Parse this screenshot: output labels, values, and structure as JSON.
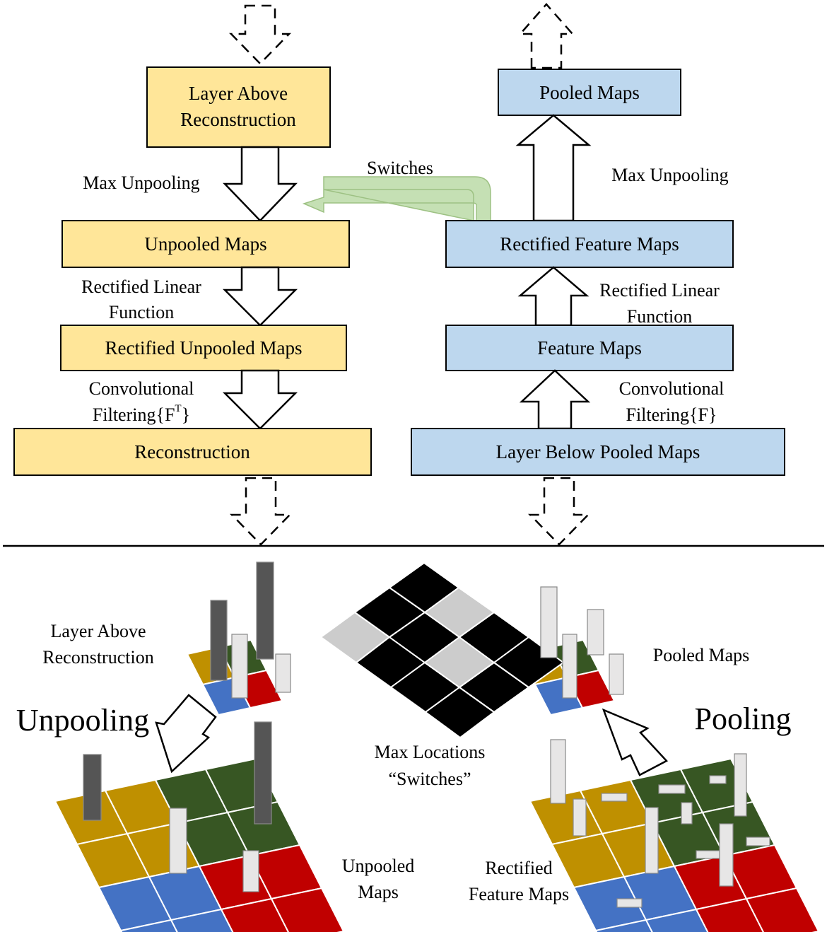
{
  "colors": {
    "yellow_box": "#FFE699",
    "blue_box": "#BDD7EE",
    "switch_arrow": "#C5E0B4",
    "tile_gold": "#BF9000",
    "tile_green": "#375623",
    "tile_blue": "#4472C4",
    "tile_red": "#C00000",
    "bar_dark": "#555555",
    "bar_light": "#E7E6E6"
  },
  "left_column": {
    "box_layer_above": {
      "line1": "Layer Above",
      "line2": "Reconstruction"
    },
    "box_unpooled": "Unpooled Maps",
    "box_rectified_unpooled": "Rectified Unpooled Maps",
    "box_reconstruction": "Reconstruction",
    "label_max_unpooling": "Max Unpooling",
    "label_rectified": {
      "line1": "Rectified Linear",
      "line2": "Function"
    },
    "label_conv": {
      "line1": "Convolutional",
      "line2": "Filtering",
      "formula": "{F",
      "superscript": "T",
      "formula_end": "}"
    }
  },
  "right_column": {
    "box_pooled": "Pooled Maps",
    "box_rectified_feature": "Rectified Feature Maps",
    "box_feature": "Feature Maps",
    "box_layer_below": "Layer Below Pooled Maps",
    "label_max_unpooling": "Max Unpooling",
    "label_rectified": {
      "line1": "Rectified Linear",
      "line2": "Function"
    },
    "label_conv": {
      "line1": "Convolutional",
      "line2": "Filtering{F}"
    }
  },
  "switches_label": "Switches",
  "bottom": {
    "unpooling_title": "Unpooling",
    "pooling_title": "Pooling",
    "layer_above": {
      "line1": "Layer Above",
      "line2": "Reconstruction"
    },
    "unpooled_maps": {
      "line1": "Unpooled",
      "line2": "Maps"
    },
    "max_locations": {
      "line1": "Max Locations",
      "line2": "“Switches”"
    },
    "pooled_maps": "Pooled Maps",
    "rectified_feature_maps": {
      "line1": "Rectified",
      "line2": "Feature Maps"
    }
  }
}
